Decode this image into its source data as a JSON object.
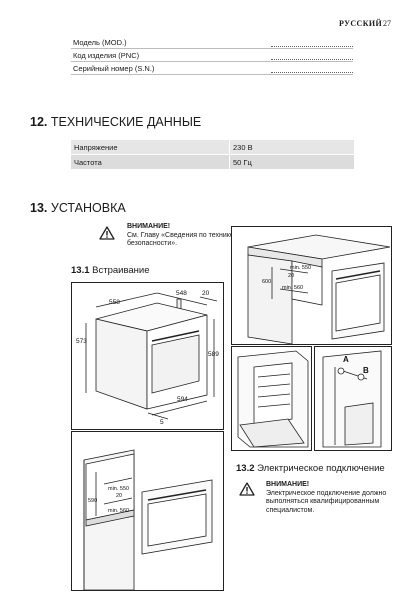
{
  "header": {
    "language": "РУССКИЙ",
    "page_number": "27"
  },
  "id_fields": [
    {
      "label": "Модель (MOD.)",
      "value": "........................................."
    },
    {
      "label": "Код изделия (PNC)",
      "value": "........................................."
    },
    {
      "label": "Серийный номер (S.N.)",
      "value": "........................................."
    }
  ],
  "section12": {
    "number": "12.",
    "title": "ТЕХНИЧЕСКИЕ ДАННЫЕ",
    "rows": [
      {
        "label": "Напряжение",
        "value": "230 В"
      },
      {
        "label": "Частота",
        "value": "50 Гц"
      }
    ]
  },
  "section13": {
    "number": "13.",
    "title": "УСТАНОВКА",
    "warning": {
      "heading": "ВНИМАНИЕ!",
      "line1": "См. Главу «Сведения по технике",
      "line2": "безопасности»."
    },
    "sub1": {
      "number": "13.1",
      "title": "Встраивание"
    },
    "sub2": {
      "number": "13.2",
      "title": "Электрическое подключение",
      "warning": {
        "heading": "ВНИМАНИЕ!",
        "line1": "Электрическое подключение должно",
        "line2": "выполняться квалифицированным",
        "line3": "специалистом."
      }
    }
  },
  "figures": {
    "oven": {
      "d548": "548",
      "d20": "20",
      "d558": "558",
      "d573": "573",
      "d589": "589",
      "d594": "594",
      "d5": "5"
    },
    "tall_cabinet": {
      "min550": "min. 550",
      "d20": "20",
      "min560": "min. 560",
      "d590": "590"
    },
    "under_hob": {
      "min550": "min. 550",
      "d20": "20",
      "min560": "min. 560",
      "d600": "600"
    },
    "screws": {
      "labelA": "A",
      "labelB": "B"
    }
  }
}
